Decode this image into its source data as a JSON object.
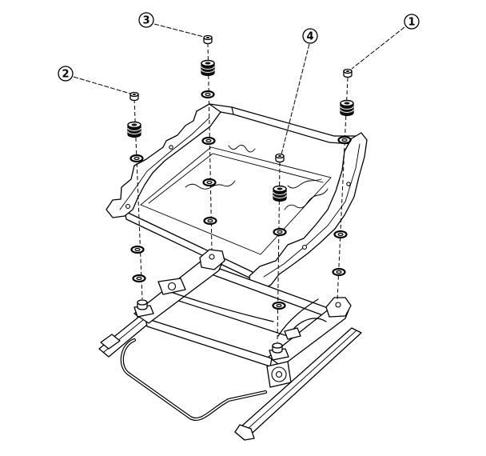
{
  "colors": {
    "line": "#000000",
    "background": "#ffffff"
  },
  "callouts": [
    {
      "number": "1"
    },
    {
      "number": "2"
    },
    {
      "number": "3"
    },
    {
      "number": "4"
    }
  ]
}
